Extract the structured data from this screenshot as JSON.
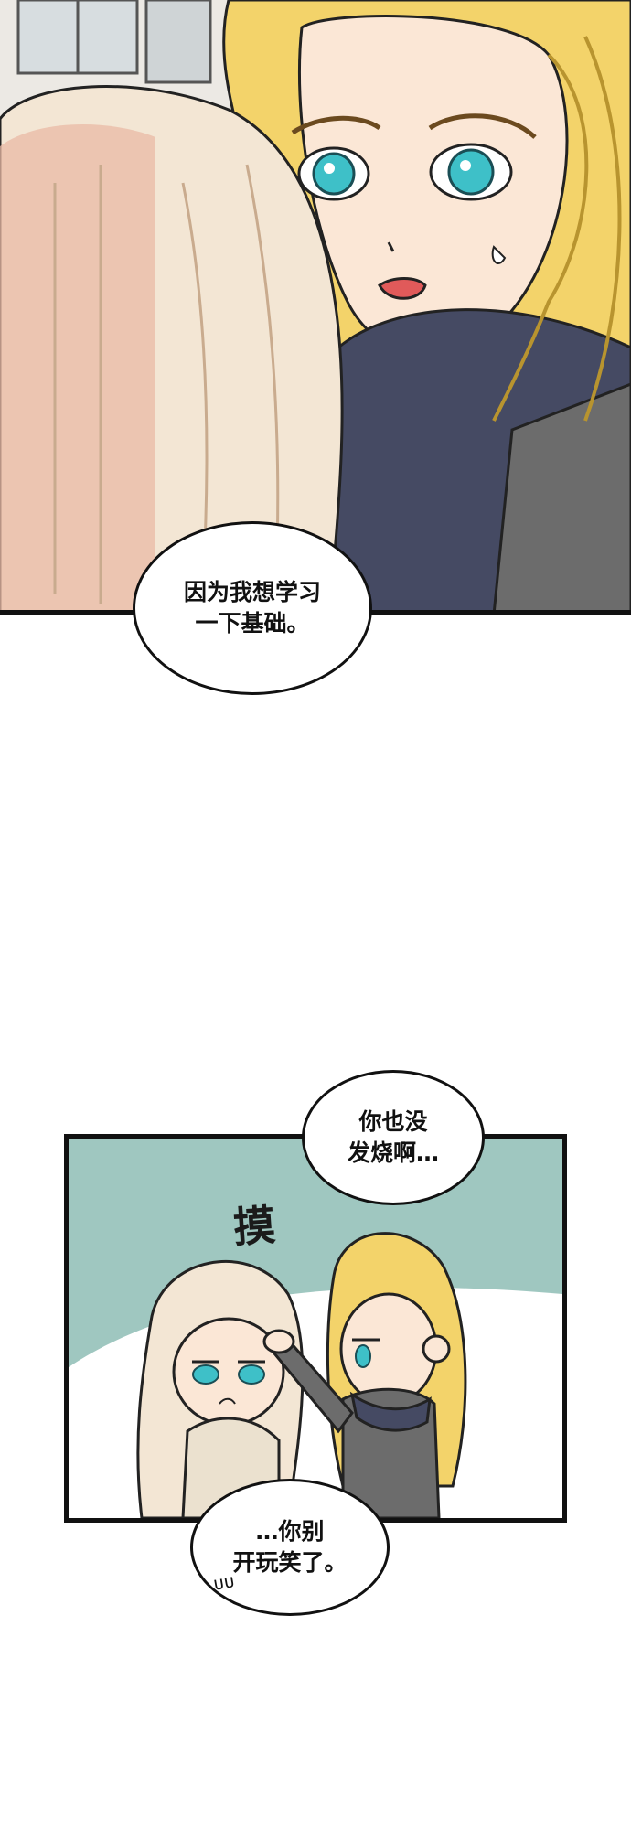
{
  "panels": {
    "top": {
      "speech": "因为我想学习\n一下基础。"
    },
    "bottom": {
      "speech_top": "你也没\n发烧啊…",
      "sfx": "摸",
      "speech_bottom": "…你别\n开玩笑了。",
      "small_sfx": "ᴜᴜ"
    }
  },
  "colors": {
    "hair_blonde": "#f3d36a",
    "hair_pale": "#f3e6d4",
    "scarf": "#454a63",
    "coat": "#6c6c6c",
    "eye": "#3ec0c8",
    "bg_teal": "#9fc7c0"
  }
}
